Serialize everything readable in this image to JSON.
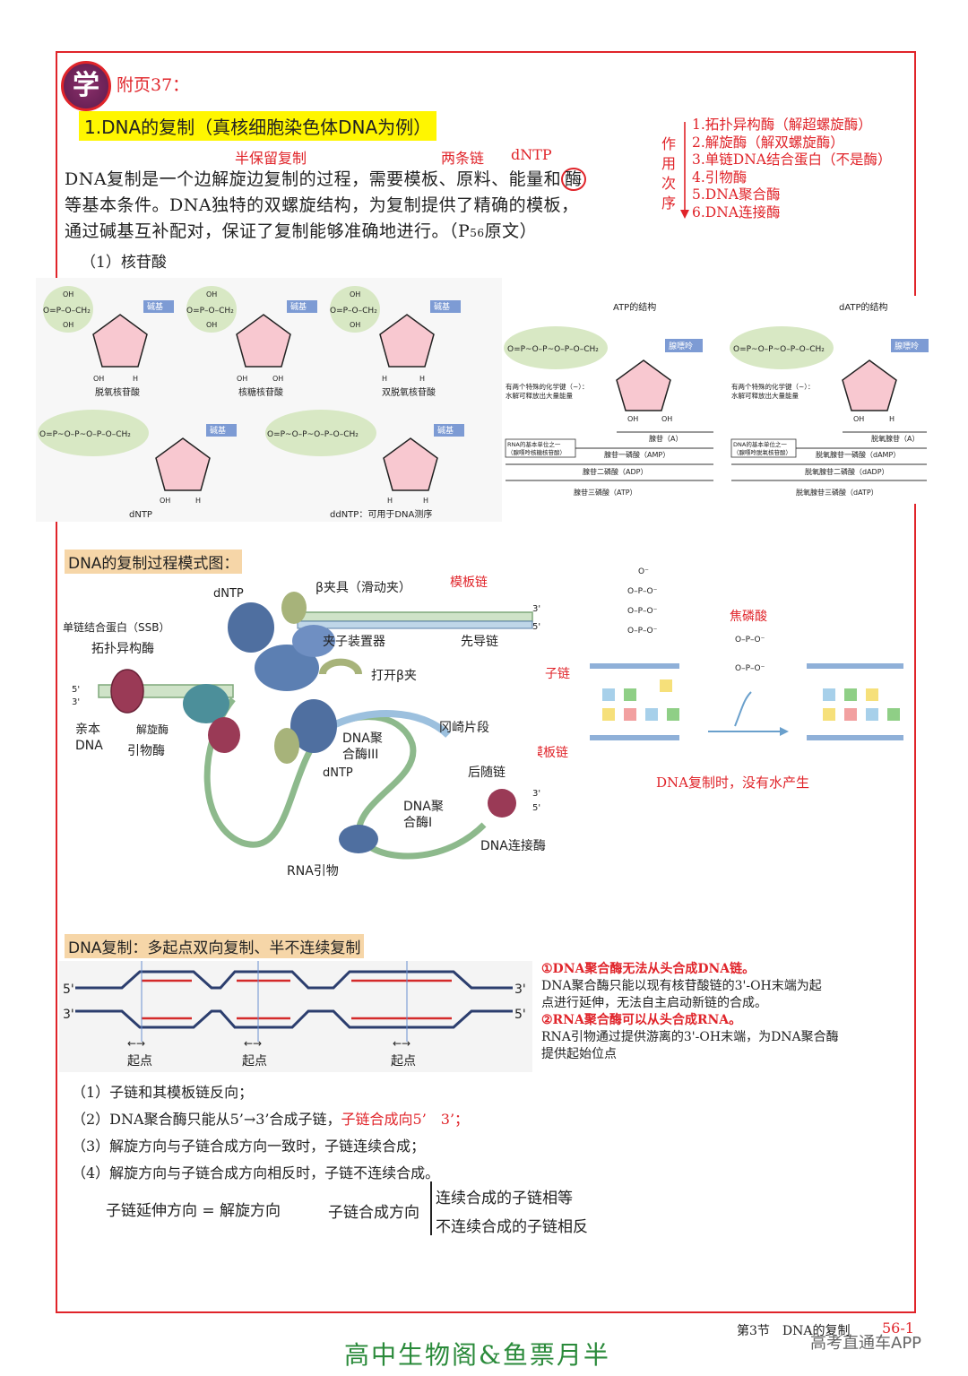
{
  "header": {
    "logo_char": "学",
    "page_ref": "附页37："
  },
  "title": "1.DNA的复制（真核细胞染色体DNA为例）",
  "annotations_top": {
    "semi": "半保留复制",
    "two": "两条链",
    "dntp": "dNTP"
  },
  "enzyme_order": {
    "side_label": [
      "作",
      "用",
      "次",
      "序"
    ],
    "items": [
      "1.拓扑异构酶（解超螺旋酶）",
      "2.解旋酶（解双螺旋酶）",
      "3.单链DNA结合蛋白（不是酶）",
      "4.引物酶",
      "5.DNA聚合酶",
      "6.DNA连接酶"
    ]
  },
  "intro": {
    "line1": "DNA复制是一个边解旋边复制的过程，需要模板、原料、能量和",
    "circled": "酶",
    "line2": "等基本条件。DNA独特的双螺旋结构，为复制提供了精确的模板，",
    "line3": "通过碱基互补配对，保证了复制能够准确地进行。（P",
    "line3_sub": "56",
    "line3_end": "原文）"
  },
  "nucleotide_heading": "（1）核苷酸",
  "nucleotides": {
    "base": "碱基",
    "n1": "脱氧核苷酸",
    "n2": "核糖核苷酸",
    "n3": "双脱氧核苷酸",
    "n4": "dNTP",
    "n5": "ddNTP：可用于DNA测序"
  },
  "atp_panel": {
    "atp_title": "ATP的结构",
    "datp_title": "dATP的结构",
    "base": "腺嘌呤",
    "note1": "有两个特殊的化学键（~）：",
    "note2": "水解可释放出大量能量",
    "nucleoside": "腺苷（A）",
    "unit_a1": "RNA的基本单位之一",
    "unit_a2": "（腺嘌呤核糖核苷酸）",
    "amp": "腺苷一磷酸（AMP）",
    "adp": "腺苷二磷酸（ADP）",
    "atp": "腺苷三磷酸（ATP）",
    "dnucleoside": "脱氧腺苷（A）",
    "unit_d1": "DNA的基本单位之一",
    "unit_d2": "（腺嘌呤脱氧核苷酸）",
    "damp": "脱氧腺苷一磷酸（dAMP）",
    "dadp": "脱氧腺苷二磷酸（dADP）",
    "datp": "脱氧腺苷三磷酸（dATP）"
  },
  "replication_heading": "DNA的复制过程模式图：",
  "fork": {
    "dntp_top": "dNTP",
    "beta_clamp": "β夹具（滑动夹）",
    "template": "模板链",
    "ssb": "单链结合蛋白（SSB）",
    "topo": "拓扑异构酶",
    "clamp_loader": "夹子装置器",
    "leading": "先导链",
    "open_beta": "打开β夹",
    "parent": "亲本",
    "parent2": "DNA",
    "helicase": "解旋酶",
    "primase": "引物酶",
    "okazaki": "冈崎片段",
    "pol3a": "DNA聚",
    "pol3b": "合酶III",
    "dntp_mid": "dNTP",
    "lagging": "后随链",
    "pol1a": "DNA聚",
    "pol1b": "合酶I",
    "ligase": "DNA连接酶",
    "primer": "RNA引物",
    "p3": "3'",
    "p5": "5'"
  },
  "chem": {
    "pyro": "焦磷酸",
    "daughter": "子链",
    "templ": "模板链",
    "no_water": "DNA复制时，没有水产生"
  },
  "origins_heading": "DNA复制：多起点双向复制、半不连续复制",
  "origins": {
    "five": "5'",
    "three": "3'",
    "origin": "起点"
  },
  "notes_right": {
    "n1": "①DNA聚合酶无法从头合成DNA链。",
    "n1a": "DNA聚合酶只能以现有核苷酸链的3'-OH末端为起",
    "n1b": "点进行延伸，无法自主启动新链的合成。",
    "n2": "②RNA聚合酶可以从头合成RNA。",
    "n2a": "RNA引物通过提供游离的3'-OH末端，为DNA聚合酶",
    "n2b": "提供起始位点"
  },
  "rules": {
    "r1": "（1）子链和其模板链反向；",
    "r2a": "（2）DNA聚合酶只能从5’→3’合成子链，",
    "r2b": "子链合成向5’　3’；",
    "r3": "（3）解旋方向与子链合成方向一致时，子链连续合成；",
    "r4": "（4）解旋方向与子链合成方向相反时，子链不连续合成。"
  },
  "summary": {
    "left": "子链延伸方向 = 解旋方向",
    "mid": "子链合成方向",
    "top": "连续合成的子链相等",
    "bottom": "不连续合成的子链相反"
  },
  "footer": {
    "section": "第3节　DNA的复制",
    "page": "56-1",
    "watermark": "高考直通车APP",
    "brand": "高中生物阁&鱼票月半"
  }
}
